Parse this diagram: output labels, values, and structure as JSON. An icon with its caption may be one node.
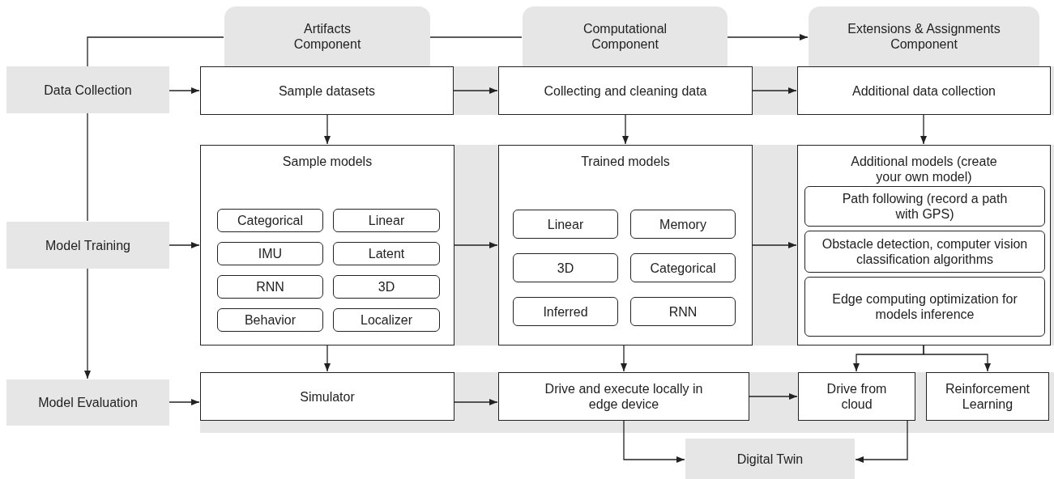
{
  "diagram": {
    "nodes": [
      {
        "text": [
          "Artifacts Component"
        ]
      },
      {
        "text": [
          "Computational Component"
        ]
      },
      {
        "text": [
          "Extensions & Assignments Component"
        ]
      },
      {
        "text": [
          "Data Collection"
        ]
      },
      {
        "text": [
          "Model Training"
        ]
      },
      {
        "text": [
          "Model Evaluation"
        ]
      },
      {
        "text": [
          "Sample datasets"
        ]
      },
      {
        "text": [
          "Collecting and cleaning data"
        ]
      },
      {
        "text": [
          "Additional data collection"
        ]
      },
      {
        "text": [
          "Sample models"
        ]
      },
      {
        "text": [
          "Categorical"
        ],
        "in": 9
      },
      {
        "text": [
          "Linear"
        ],
        "in": 9
      },
      {
        "text": [
          "IMU"
        ],
        "in": 9
      },
      {
        "text": [
          "Latent"
        ],
        "in": 9
      },
      {
        "text": [
          "RNN"
        ],
        "in": 9
      },
      {
        "text": [
          "3D"
        ],
        "in": 9
      },
      {
        "text": [
          "Behavior"
        ],
        "in": 9
      },
      {
        "text": [
          "Localizer"
        ],
        "in": 9
      },
      {
        "text": [
          "Trained models"
        ]
      },
      {
        "text": [
          "Linear"
        ],
        "in": 18
      },
      {
        "text": [
          "Memory"
        ],
        "in": 18
      },
      {
        "text": [
          "3D"
        ],
        "in": 18
      },
      {
        "text": [
          "Categorical"
        ],
        "in": 18
      },
      {
        "text": [
          "Inferred"
        ],
        "in": 18
      },
      {
        "text": [
          "RNN"
        ],
        "in": 18
      },
      {
        "text": [
          "Additional models (create your own model)"
        ]
      },
      {
        "text": [
          "Path following (record a path with GPS)"
        ],
        "in": 25
      },
      {
        "text": [
          "Obstacle detection, computer vision classification algorithms"
        ],
        "in": 25
      },
      {
        "text": [
          "Edge computing optimization for models inference"
        ],
        "in": 25
      },
      {
        "text": [
          "Simulator"
        ]
      },
      {
        "text": [
          "Drive and execute locally in edge device"
        ]
      },
      {
        "text": [
          "Drive from cloud"
        ]
      },
      {
        "text": [
          "Reinforcement Learning"
        ]
      },
      {
        "text": [
          "Digital Twin"
        ]
      }
    ],
    "edges": [
      {
        "from": 3,
        "to": 0,
        "arrow": "none"
      },
      {
        "from": 0,
        "to": 1,
        "arrow": "none"
      },
      {
        "from": 1,
        "to": 2,
        "arrow": "to"
      },
      {
        "from": 3,
        "to": 4,
        "arrow": "none"
      },
      {
        "from": 4,
        "to": 5,
        "arrow": "to"
      },
      {
        "from": 3,
        "to": 6,
        "arrow": "to"
      },
      {
        "from": 6,
        "to": 7,
        "arrow": "to"
      },
      {
        "from": 7,
        "to": 8,
        "arrow": "to"
      },
      {
        "from": 6,
        "to": 9,
        "arrow": "to"
      },
      {
        "from": 7,
        "to": 18,
        "arrow": "to"
      },
      {
        "from": 8,
        "to": 25,
        "arrow": "to"
      },
      {
        "from": 4,
        "to": 9,
        "arrow": "to"
      },
      {
        "from": 9,
        "to": 18,
        "arrow": "to"
      },
      {
        "from": 18,
        "to": 25,
        "arrow": "to"
      },
      {
        "from": 9,
        "to": 29,
        "arrow": "to"
      },
      {
        "from": 18,
        "to": 30,
        "arrow": "to"
      },
      {
        "from": 25,
        "to": 31,
        "arrow": "to"
      },
      {
        "from": 25,
        "to": 32,
        "arrow": "to"
      },
      {
        "from": 5,
        "to": 29,
        "arrow": "to"
      },
      {
        "from": 29,
        "to": 30,
        "arrow": "to"
      },
      {
        "from": 30,
        "to": 31,
        "arrow": "to"
      },
      {
        "from": 30,
        "to": 33,
        "arrow": "to"
      },
      {
        "from": 31,
        "to": 33,
        "arrow": "to"
      }
    ]
  }
}
